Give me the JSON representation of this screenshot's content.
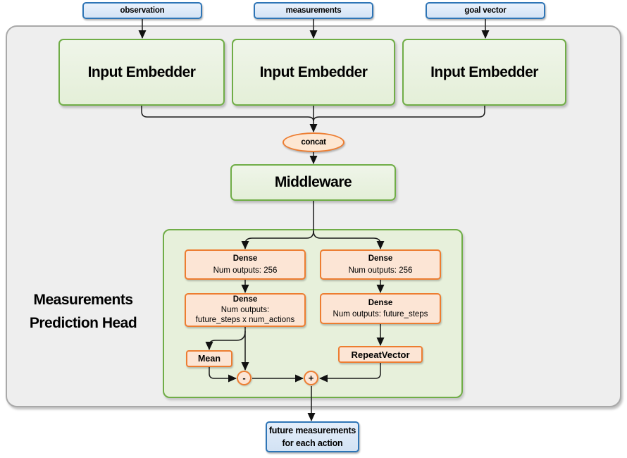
{
  "colors": {
    "blue_border": "#2e75b6",
    "blue_fill": "#dce9f8",
    "green_border": "#70ad47",
    "green_fill": "#e9f2e1",
    "orange_border": "#ed7d31",
    "orange_fill": "#fce5d5",
    "frame_fill": "#eeeeee",
    "frame_border": "#a9a9a9",
    "connector": "#1a1a1a"
  },
  "inputs": [
    {
      "label": "observation"
    },
    {
      "label": "measurements"
    },
    {
      "label": "goal vector"
    }
  ],
  "embedders": [
    {
      "label": "Input Embedder"
    },
    {
      "label": "Input Embedder"
    },
    {
      "label": "Input Embedder"
    }
  ],
  "concat": {
    "label": "concat"
  },
  "middleware": {
    "label": "Middleware"
  },
  "head": {
    "title_line1": "Measurements",
    "title_line2": "Prediction Head",
    "left": {
      "dense1_title": "Dense",
      "dense1_sub": "Num outputs: 256",
      "dense2_title": "Dense",
      "dense2_sub1": "Num outputs:",
      "dense2_sub2": "future_steps x num_actions",
      "mean": "Mean",
      "minus": "-"
    },
    "right": {
      "dense1_title": "Dense",
      "dense1_sub": "Num outputs: 256",
      "dense2_title": "Dense",
      "dense2_sub": "Num outputs: future_steps",
      "repeat": "RepeatVector",
      "plus": "+"
    }
  },
  "output": {
    "line1": "future measurements",
    "line2": "for each action"
  }
}
